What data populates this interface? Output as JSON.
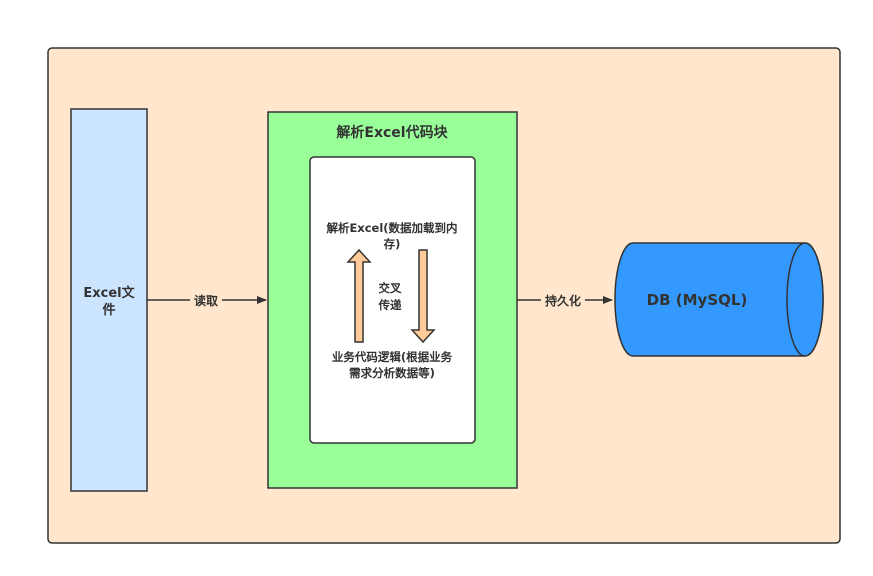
{
  "container": {
    "fill": "#ffe6cc"
  },
  "excel_file": {
    "line1": "Excel文",
    "line2": "件",
    "fill": "#cce5ff"
  },
  "parse_block": {
    "title": "解析Excel代码块",
    "fill": "#99ff99"
  },
  "inner": {
    "top_line1": "解析Excel(数据加载到内",
    "top_line2": "存)",
    "middle_line1": "交叉",
    "middle_line2": "传递",
    "bottom_line1": "业务代码逻辑(根据业务",
    "bottom_line2": "需求分析数据等)",
    "arrow_fill": "#ffcc99"
  },
  "edges": {
    "read": "读取",
    "persist": "持久化"
  },
  "db": {
    "label": "DB (MySQL)",
    "fill": "#3399ff"
  }
}
